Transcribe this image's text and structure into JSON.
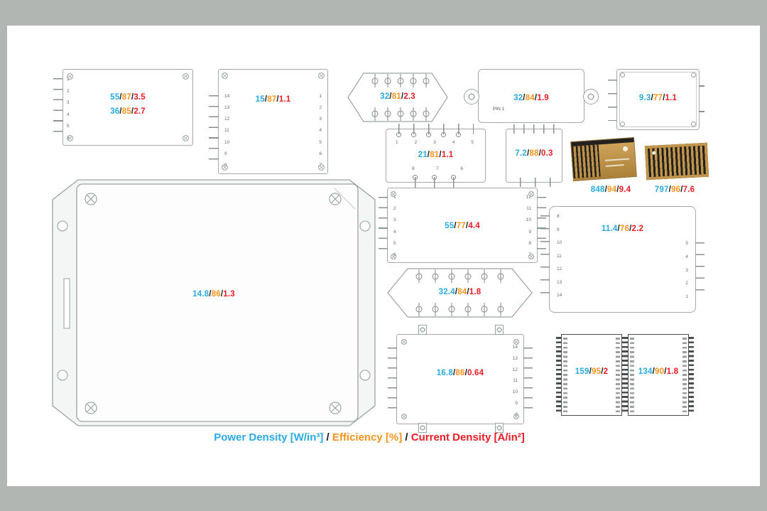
{
  "sep": "/",
  "colors": {
    "power_density": "#29abe2",
    "efficiency": "#f7941e",
    "current_density": "#ed1c24",
    "text": "#1a1a1a",
    "frame": "#b1b6b3",
    "line": "#9aa3a3"
  },
  "legend": [
    {
      "name": "legend-power-density",
      "text": "Power Density [W/in³]",
      "color": "#29abe2"
    },
    {
      "name": "legend-separator",
      "text": " / ",
      "color": "#1a1a1a"
    },
    {
      "name": "legend-efficiency",
      "text": "Efficiency [%]",
      "color": "#f7941e"
    },
    {
      "name": "legend-separator",
      "text": " / ",
      "color": "#1a1a1a"
    },
    {
      "name": "legend-current-density",
      "text": "Current Density [A/in²]",
      "color": "#ed1c24"
    }
  ],
  "modules": {
    "m01": {
      "rows": [
        {
          "p": "55",
          "e": "87",
          "c": "3.5"
        },
        {
          "p": "36",
          "e": "85",
          "c": "2.7"
        }
      ],
      "pin_numbers_left": [
        "1",
        "2",
        "3",
        "4",
        "5",
        "6"
      ]
    },
    "m02": {
      "rows": [
        {
          "p": "15",
          "e": "87",
          "c": "1.1"
        }
      ],
      "pin_numbers_left": [
        "14",
        "13",
        "12",
        "11",
        "10",
        "9",
        "8"
      ],
      "pin_numbers_right": [
        "1",
        "2",
        "3",
        "4",
        "5",
        "6",
        "7"
      ]
    },
    "m03": {
      "rows": [
        {
          "p": "32",
          "e": "81",
          "c": "2.3"
        }
      ]
    },
    "m04": {
      "rows": [
        {
          "p": "32",
          "e": "84",
          "c": "1.9"
        }
      ],
      "pin1_label": "PIN 1"
    },
    "m05": {
      "rows": [
        {
          "p": "9.3",
          "e": "77",
          "c": "1.1"
        }
      ]
    },
    "m06": {
      "rows": [
        {
          "p": "21",
          "e": "81",
          "c": "1.1"
        }
      ],
      "pin_numbers_top": [
        "1",
        "2",
        "3",
        "4",
        "5"
      ],
      "pin_numbers_bottom": [
        "8",
        "7",
        "6"
      ]
    },
    "m07": {
      "rows": [
        {
          "p": "7.2",
          "e": "88",
          "c": "0.3"
        }
      ]
    },
    "m08": {
      "rows": [
        {
          "p": "848",
          "e": "94",
          "c": "9.4"
        }
      ]
    },
    "m09": {
      "rows": [
        {
          "p": "797",
          "e": "96",
          "c": "7.6"
        }
      ]
    },
    "m10": {
      "rows": [
        {
          "p": "14.8",
          "e": "86",
          "c": "1.3"
        }
      ]
    },
    "m11": {
      "rows": [
        {
          "p": "55",
          "e": "77",
          "c": "4.4"
        }
      ],
      "pin_numbers_left": [
        "1",
        "2",
        "3",
        "4",
        "5",
        "6"
      ],
      "pin_numbers_right": [
        "12",
        "11",
        "10",
        "9",
        "8",
        "7"
      ]
    },
    "m12": {
      "rows": [
        {
          "p": "32.4",
          "e": "84",
          "c": "1.8"
        }
      ]
    },
    "m13": {
      "rows": [
        {
          "p": "11.4",
          "e": "76",
          "c": "2.2"
        }
      ],
      "pin_numbers_left": [
        "8",
        "9",
        "10",
        "11",
        "12",
        "13",
        "14"
      ],
      "pin_numbers_right": [
        "5",
        "4",
        "3",
        "2",
        "1"
      ]
    },
    "m14": {
      "rows": [
        {
          "p": "16.8",
          "e": "86",
          "c": "0.64"
        }
      ],
      "pin_numbers_right": [
        "14",
        "13",
        "12",
        "11",
        "10",
        "9",
        "8"
      ]
    },
    "m15": {
      "rows": [
        {
          "p": "159",
          "e": "95",
          "c": "2"
        }
      ]
    },
    "m16": {
      "rows": [
        {
          "p": "134",
          "e": "90",
          "c": "1.8"
        }
      ]
    }
  }
}
